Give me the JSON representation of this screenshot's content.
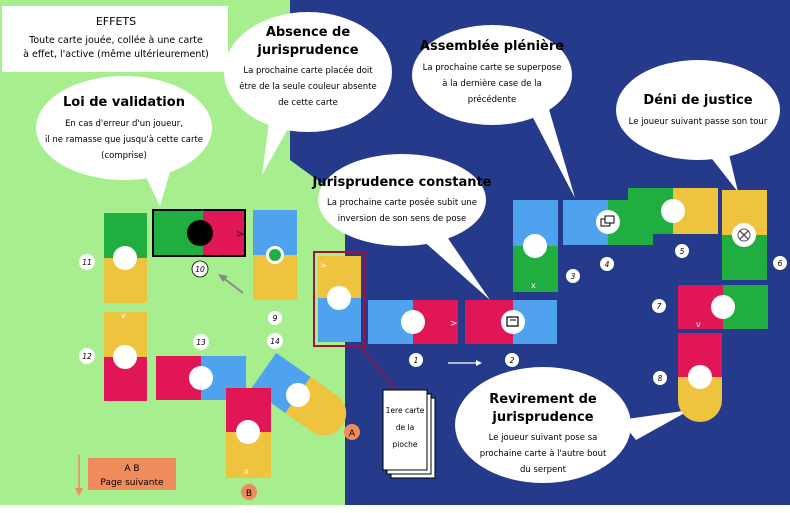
{
  "colors": {
    "green_bg": "#a6ee8e",
    "blue_bg": "#253a8a",
    "red": "#e01656",
    "green": "#1fae3f",
    "blue": "#4fa2ee",
    "yellow": "#eec33e",
    "orange": "#f08b5b",
    "maroon": "#a3103a"
  },
  "effets": {
    "title": "EFFETS",
    "line1": "Toute carte jouée, collée à une carte",
    "line2": "à effet, l'active (même ultérieurement)"
  },
  "bubbles": {
    "absence": {
      "title1": "Absence de",
      "title2": "jurisprudence",
      "l1": "La prochaine carte placée doit",
      "l2": "être de la seule couleur absente",
      "l3": "de cette carte"
    },
    "loi": {
      "title": "Loi de validation",
      "l1": "En cas d'erreur d'un joueur,",
      "l2": "il ne ramasse que jusqu'à cette carte",
      "l3": "(comprise)"
    },
    "assemblee": {
      "title": "Assemblée plénière",
      "l1": "La prochaine carte se superpose",
      "l2": "à la dernière case de la",
      "l3": "précédente"
    },
    "deni": {
      "title": "Déni de justice",
      "l1": "Le joueur suivant passe son tour"
    },
    "constante": {
      "title": "Jurisprudence constante",
      "l1": "La prochaine carte posée subit une",
      "l2": "inversion de son sens de pose"
    },
    "revirement": {
      "title1": "Revirement de",
      "title2": "jurisprudence",
      "l1": "Le joueur suivant pose sa",
      "l2": "prochaine carte à l'autre bout",
      "l3": "du serpent"
    }
  },
  "numbers": {
    "n1": "1",
    "n2": "2",
    "n3": "3",
    "n4": "4",
    "n5": "5",
    "n6": "6",
    "n7": "7",
    "n8": "8",
    "n9": "9",
    "n10": "10",
    "n11": "11",
    "n12": "12",
    "n13": "13",
    "n14": "14"
  },
  "pile": {
    "l1": "1ere carte",
    "l2": "de la",
    "l3": "pioche"
  },
  "markers": {
    "a": "A",
    "b": "B"
  },
  "page_next": {
    "l1": "A B",
    "l2": "Page suivante"
  },
  "icons": {
    "overlay": "overlay-icon",
    "cross": "cross-icon",
    "swap": "swap-icon",
    "arrow": "arrow-icon"
  }
}
